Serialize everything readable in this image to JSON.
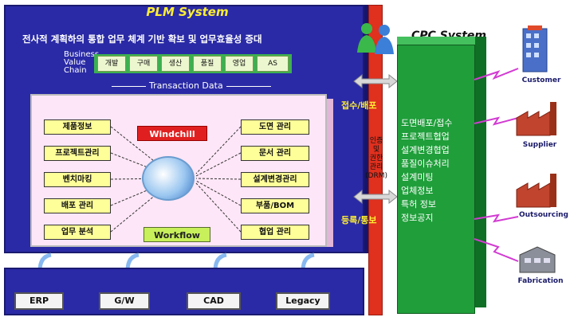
{
  "plm": {
    "title": "PLM System",
    "subtitle": "전사적 계획하의 통합 업무 체계 기반 확보 및 업무효율성 증대",
    "bvc_label_1": "Business",
    "bvc_label_2": "Value",
    "bvc_label_3": "Chain",
    "value_chain": [
      "개발",
      "구매",
      "생산",
      "품질",
      "영업",
      "AS"
    ],
    "transaction_label": "Transaction Data",
    "core_tool": "Windchill",
    "workflow_label": "Workflow",
    "left_modules": [
      "제품정보",
      "프로젝트관리",
      "벤치마킹",
      "배포 관리",
      "업무 분석"
    ],
    "right_modules": [
      "도면 관리",
      "문서 관리",
      "설계변경관리",
      "부품/BOM",
      "협업 관리"
    ]
  },
  "bottom_systems": [
    "ERP",
    "G/W",
    "CAD",
    "Legacy"
  ],
  "middle": {
    "top_flow": "접수/배포",
    "bottom_flow": "등록/통보",
    "drm_lines": [
      "인증",
      "및",
      "권한",
      "관리",
      "(DRM)"
    ]
  },
  "cpc": {
    "title": "CPC System",
    "items": [
      "도면배포/접수",
      "프로젝트협업",
      "설계변경협업",
      "품질이슈처리",
      "설계미팅",
      "업체정보",
      "특허 정보",
      "정보공지"
    ]
  },
  "partners": [
    "Customer",
    "Supplier",
    "Outsourcing",
    "Fabrication"
  ],
  "colors": {
    "plm_bg": "#2a2aa6",
    "title_yellow": "#ffee33",
    "red_bar": "#e0301e",
    "cpc_green": "#1f9e3a",
    "windchill_red": "#e02020",
    "workflow_green": "#c8f05a"
  }
}
